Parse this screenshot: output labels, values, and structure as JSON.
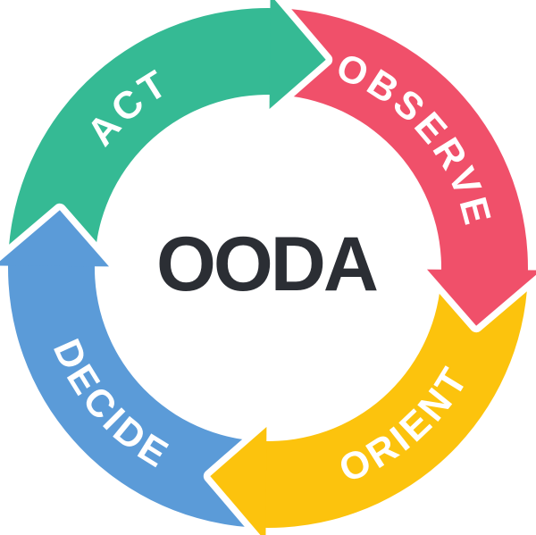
{
  "diagram": {
    "title": "OODA loop cycle diagram",
    "center_label": "OODA",
    "center_label_color": "#2B2E34",
    "background_color": "#FFFFFF",
    "label_text_color": "#FFFFFF",
    "flow_direction": "clockwise",
    "segments": [
      {
        "label": "ACT",
        "color": "#35BA94",
        "position": "top-left"
      },
      {
        "label": "OBSERVE",
        "color": "#F0506A",
        "position": "top-right"
      },
      {
        "label": "ORIENT",
        "color": "#FCC30D",
        "position": "bottom-right"
      },
      {
        "label": "DECIDE",
        "color": "#5B9BD8",
        "position": "bottom-left"
      }
    ]
  }
}
